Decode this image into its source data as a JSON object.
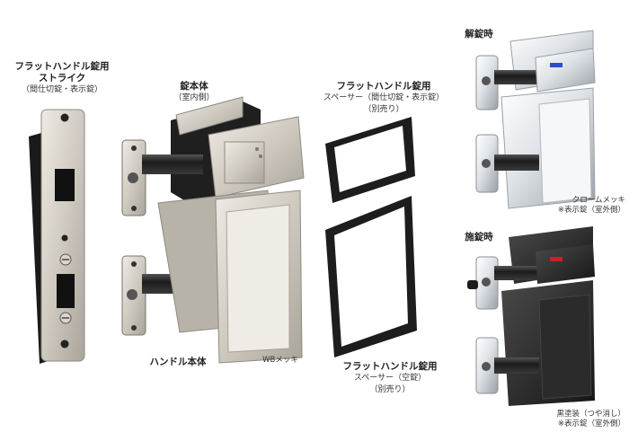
{
  "labels": {
    "strike": {
      "line1": "フラットハンドル錠用",
      "line2": "ストライク",
      "line3": "（間仕切錠・表示錠）"
    },
    "lock_body": {
      "line1": "錠本体",
      "line2": "（室内側）"
    },
    "handle_body": {
      "line1": "ハンドル本体"
    },
    "wb_finish": {
      "line1": "WBメッキ"
    },
    "spacer_partition": {
      "line1": "フラットハンドル錠用",
      "line2": "スペーサー（間仕切錠・表示錠）",
      "line3": "（別売り）"
    },
    "spacer_empty": {
      "line1": "フラットハンドル錠用",
      "line2": "スペーサー（空錠）",
      "line3": "（別売り）"
    },
    "unlocked": {
      "line1": "解錠時"
    },
    "locked": {
      "line1": "施錠時"
    },
    "chrome_finish": {
      "line1": "クロームメッキ",
      "line2": "※表示錠（室外側）"
    },
    "black_finish": {
      "line1": "黒塗装（つや消し）",
      "line2": "※表示錠（室外側）"
    }
  },
  "colors": {
    "nickel": "#cfcac0",
    "nickel_dark": "#8f8a80",
    "chrome": "#e4e7ea",
    "chrome_dark": "#9aa0a6",
    "black_part": "#2a2a2a",
    "indicator_blue": "#2a4fc8",
    "indicator_red": "#c8202a"
  }
}
